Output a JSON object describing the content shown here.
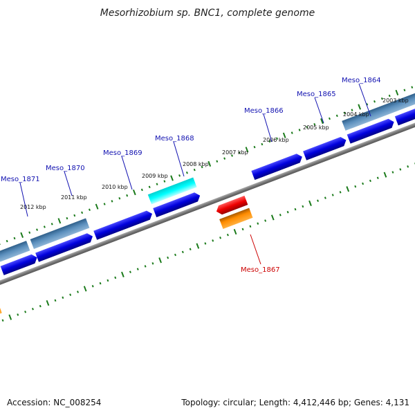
{
  "title": "Mesorhizobium sp. BNC1, complete genome",
  "accession": "Accession: NC_008254",
  "summary": "Topology: circular; Length: 4,412,446 bp; Genes: 4,131",
  "colors": {
    "cds_forward": "#0000dd",
    "cds_reverse": "#ee0000",
    "gene_steel": "#4a80b0",
    "gene_cyan": "#00ffff",
    "gene_orange": "#ff8c00",
    "backbone": "#7a7a7a",
    "tick": "#1a7a1a",
    "label_blue": "#1010b0",
    "label_red": "#cc0000"
  },
  "kbp_labels": [
    "2003 kbp",
    "2004 kbp",
    "2005 kbp",
    "2006 kbp",
    "2007 kbp",
    "2008 kbp",
    "2009 kbp",
    "2010 kbp",
    "2011 kbp",
    "2012 kbp"
  ],
  "gene_labels": [
    {
      "id": "Meso_1864",
      "color": "blue"
    },
    {
      "id": "Meso_1865",
      "color": "blue"
    },
    {
      "id": "Meso_1866",
      "color": "blue"
    },
    {
      "id": "Meso_1867",
      "color": "red"
    },
    {
      "id": "Meso_1868",
      "color": "blue"
    },
    {
      "id": "Meso_1869",
      "color": "blue"
    },
    {
      "id": "Meso_1870",
      "color": "blue"
    },
    {
      "id": "Meso_1871",
      "color": "blue"
    }
  ]
}
